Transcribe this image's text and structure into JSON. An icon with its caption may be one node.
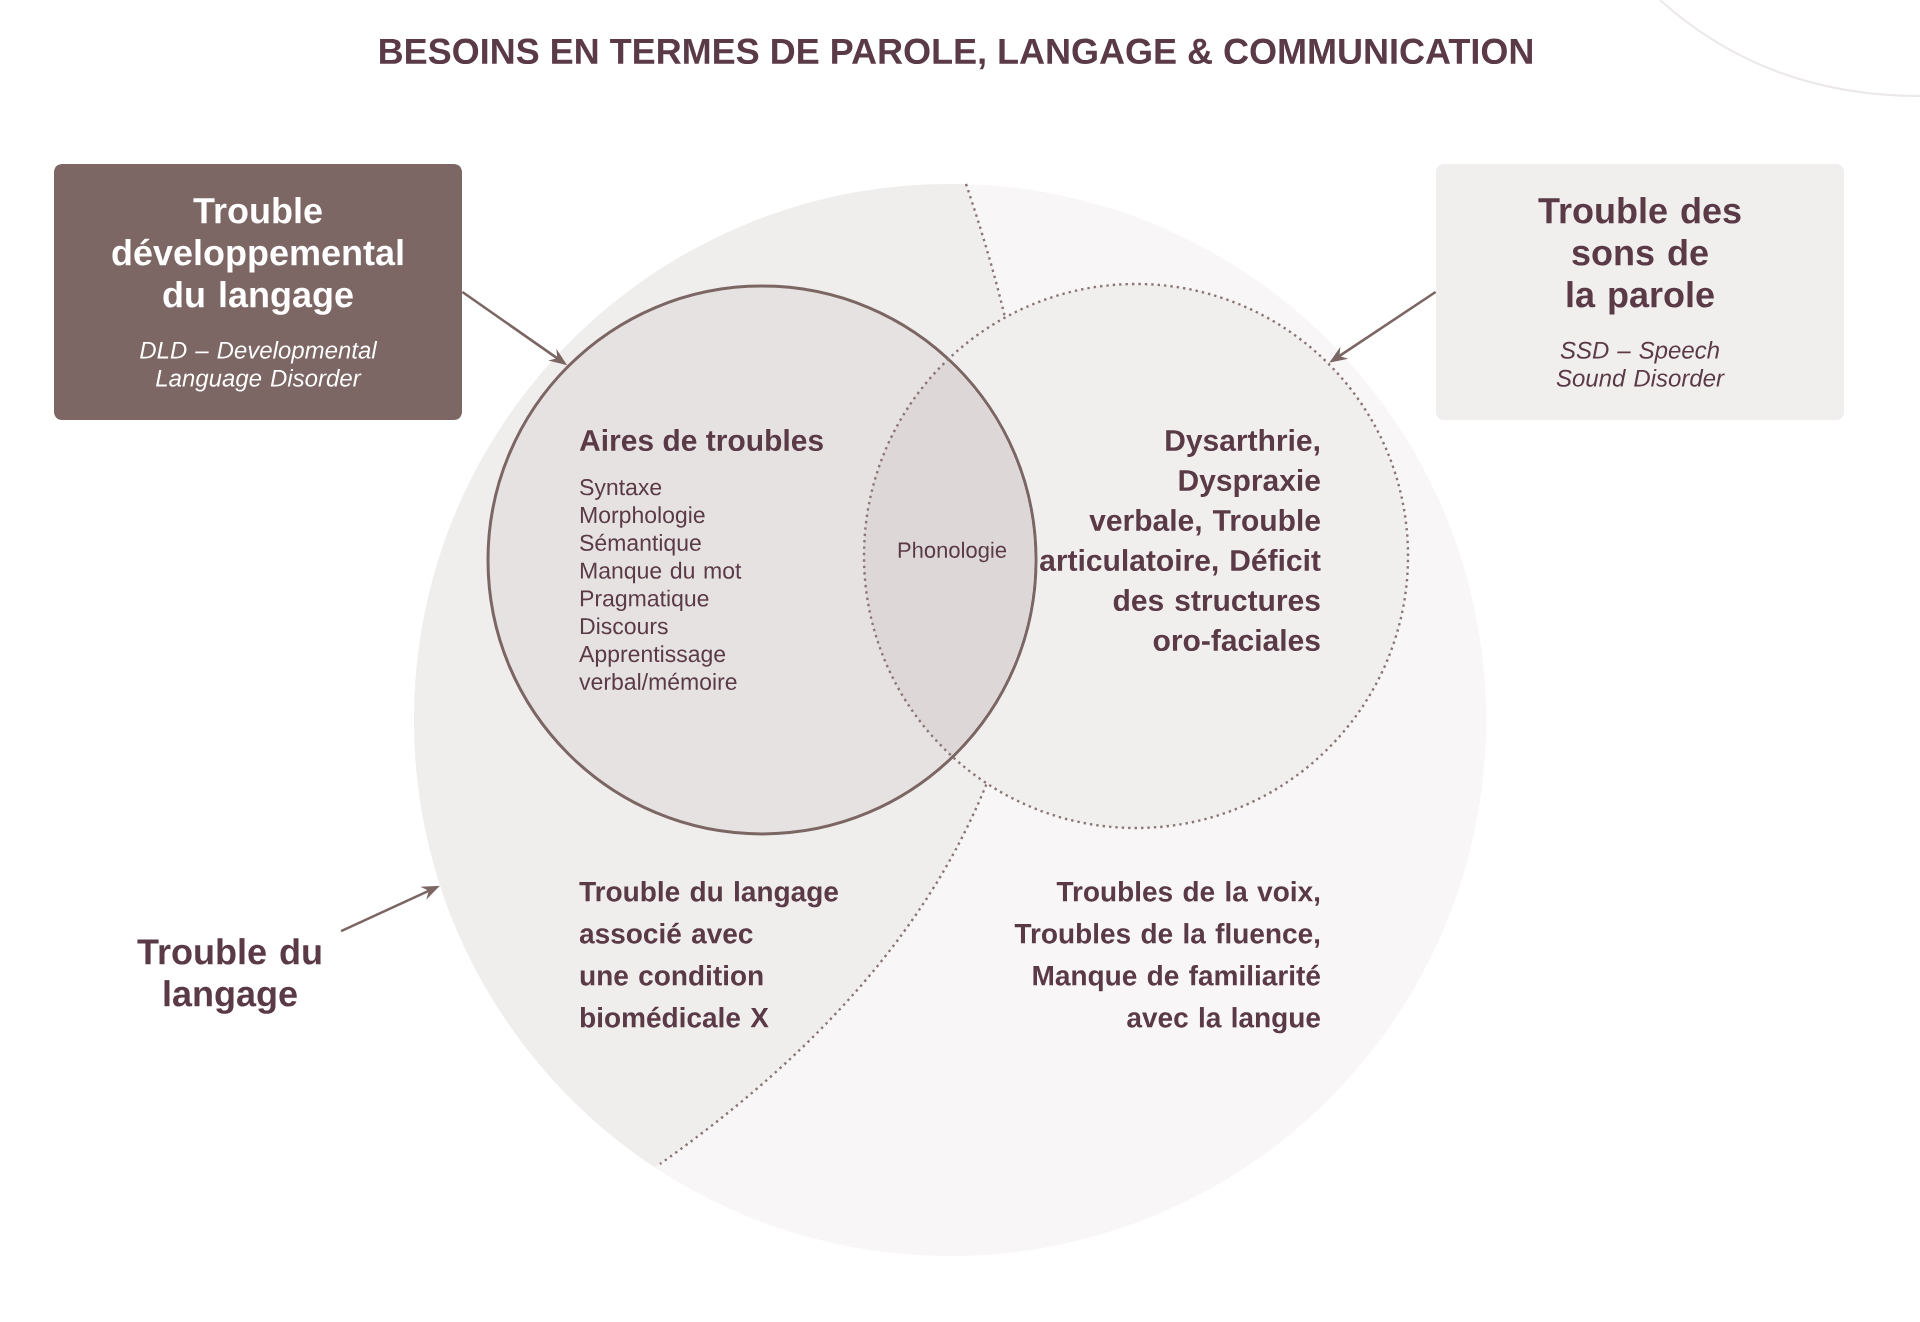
{
  "diagram": {
    "title": "BESOINS EN TERMES DE PAROLE, LANGAGE & COMMUNICATION",
    "nodes": [
      {
        "text": [
          "Trouble développemental du langage",
          "DLD – Developmental Language Disorder"
        ]
      },
      {
        "text": [
          "Trouble des sons de la parole",
          "SSD – Speech Sound Disorder"
        ]
      },
      {
        "text": [
          "Trouble du langage"
        ]
      },
      {
        "text": [
          "Trouble du langage associé avec une condition biomédicale X",
          "Troubles de la voix, Troubles de la fluence, Manque de familiarité avec la langue"
        ]
      },
      {
        "text": [
          "Aires de troubles",
          "Syntaxe",
          "Morphologie",
          "Sémantique",
          "Manque du mot",
          "Pragmatique",
          "Discours",
          "Apprentissage verbal/mémoire"
        ],
        "in": 3
      },
      {
        "text": [
          "Dysarthrie, Dyspraxie verbale, Trouble articulatoire, Déficit des structures oro-faciales"
        ],
        "in": 3
      }
    ],
    "edges": [
      {
        "from": 0,
        "to": 4,
        "arrow": "to"
      },
      {
        "from": 1,
        "to": 5,
        "arrow": "to"
      },
      {
        "from": 2,
        "to": 3,
        "arrow": "to"
      }
    ],
    "labels": [
      "Phonologie"
    ]
  }
}
